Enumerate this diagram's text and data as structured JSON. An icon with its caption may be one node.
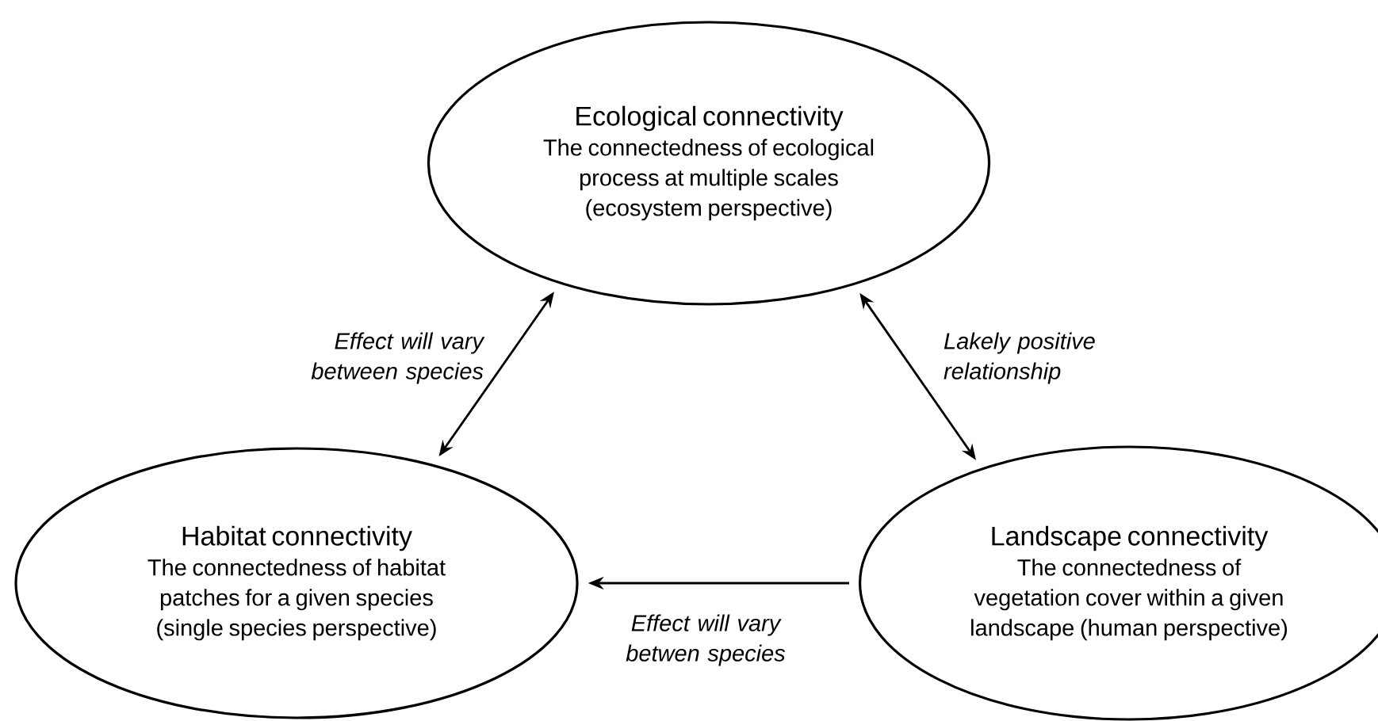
{
  "diagram": {
    "nodes": [
      {
        "text": [
          "Ecological connectivity",
          "The connectedness of ecological process at multiple scales (ecosystem perspective)"
        ]
      },
      {
        "text": [
          "Habitat connectivity",
          "The connectedness of habitat patches for a given species (single species perspective)"
        ]
      },
      {
        "text": [
          "Landscape connectivity",
          "The connectedness of vegetation cover within a given landscape (human perspective)"
        ]
      }
    ],
    "edges": [
      {
        "from": 0,
        "to": 1,
        "arrow": "both",
        "label": "Effect will vary between species"
      },
      {
        "from": 0,
        "to": 2,
        "arrow": "both",
        "label": "Lakely positive relationship"
      },
      {
        "from": 2,
        "to": 1,
        "arrow": "to",
        "label": "Effect will vary betwen species"
      }
    ]
  }
}
